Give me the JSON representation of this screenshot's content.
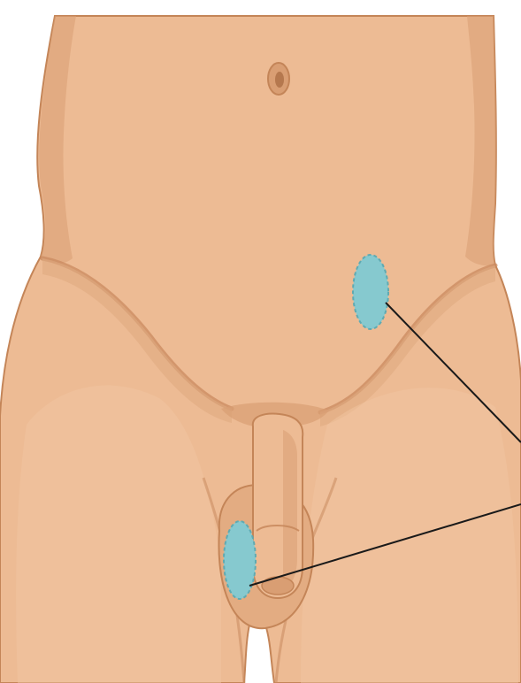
{
  "figure": {
    "subject": "lower-torso-anterior-view",
    "colors": {
      "background": "#ffffff",
      "skin": "#EDBB94",
      "skin_light": "#F2C7A3",
      "skin_shadow": "#D99E73",
      "skin_deep": "#C98A5F",
      "outline": "#C48558",
      "marker_fill": "#86C9CF",
      "marker_stroke": "#5FAAB2",
      "leader_line": "#1a1a1a"
    },
    "markers": [
      {
        "id": "lower-abdomen-marker",
        "shape": "ellipse",
        "color": "#86C9CF"
      },
      {
        "id": "scrotum-marker",
        "shape": "ellipse",
        "color": "#86C9CF"
      }
    ],
    "leaders": [
      {
        "from": "lower-abdomen-marker",
        "to": "off-canvas-right"
      },
      {
        "from": "scrotum-marker",
        "to": "off-canvas-right"
      }
    ]
  }
}
